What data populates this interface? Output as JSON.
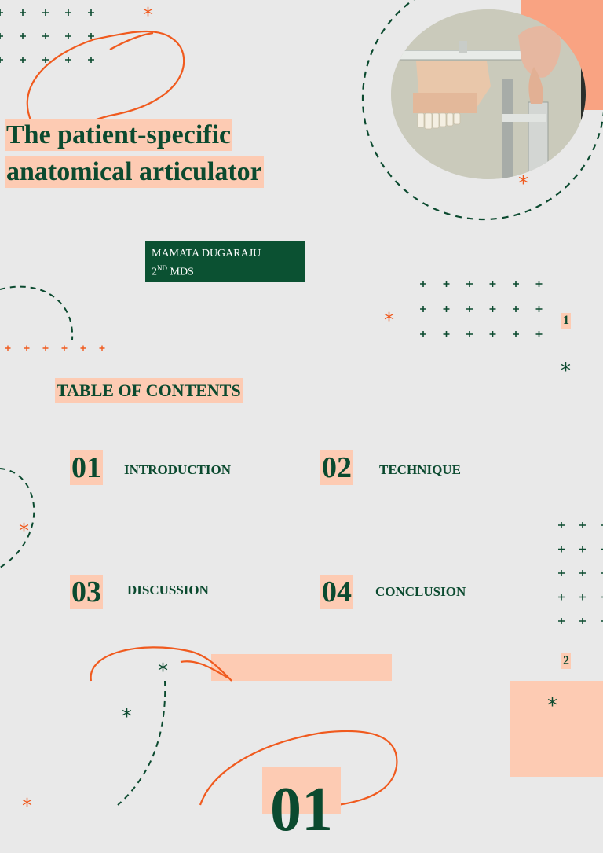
{
  "slide1": {
    "title_line1": "The patient-specific",
    "title_line2": "anatomical articulator",
    "author_name": "MAMATA DUGARAJU",
    "author_degree_num": "2",
    "author_degree_sup": "ND",
    "author_degree_rest": " MDS",
    "page_number": "1",
    "photo_icon": "articulator-photo"
  },
  "slide2": {
    "heading": "TABLE OF CONTENTS",
    "sections": [
      {
        "number": "01",
        "label": "INTRODUCTION"
      },
      {
        "number": "02",
        "label": "TECHNIQUE"
      },
      {
        "number": "03",
        "label": "DISCUSSION"
      },
      {
        "number": "04",
        "label": "CONCLUSION"
      }
    ],
    "page_number": "2"
  },
  "slide3": {
    "section_number": "01"
  },
  "colors": {
    "background": "#e9e9e9",
    "dark_green": "#0b4a2f",
    "peach": "#fdcbb3",
    "orange": "#f05a1e"
  }
}
